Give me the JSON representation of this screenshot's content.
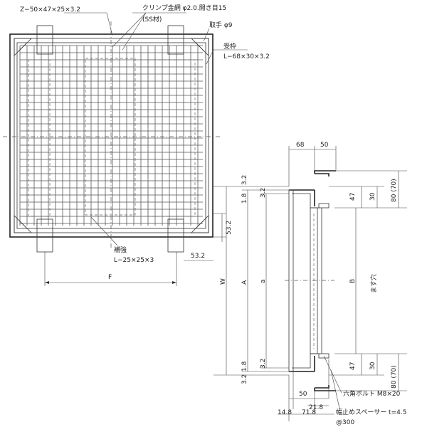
{
  "labels": {
    "z_channel": "Z−50×47×25×3.2",
    "mesh": "クリンプ金網 φ2.0.開き目15",
    "mesh_material": "(SS材)",
    "handle": "取手 φ9",
    "frame_title": "受枠",
    "frame_size": "L−68×30×3.2",
    "reinforce_title": "補強",
    "reinforce_size": "L−25×25×3",
    "dim_f": "F",
    "dim_53_2_h": "53.2",
    "dim_53_2_v": "53.2",
    "dim_68": "68",
    "dim_50_top": "50",
    "dim_3_2_top": "3.2",
    "dim_1_8_top": "1.8",
    "dim_3_2_top_b": "3.2",
    "dim_47_top": "47",
    "dim_30_top": "30",
    "dim_80_top": "80 (70)",
    "dim_w": "W",
    "dim_a_upper": "A",
    "dim_a_lower": "a",
    "dim_b": "B",
    "masuana": "ます穴",
    "dim_3_2_bot": "3.2",
    "dim_1_8_bot": "1.8",
    "dim_3_2_bot_b": "3.2",
    "dim_47_bot": "47",
    "dim_30_bot": "30",
    "dim_80_bot": "80 (70)",
    "dim_50_bot": "50",
    "dim_21_8": "21.8",
    "dim_14_8": "14.8",
    "dim_71_8": "71.8",
    "bolt": "六角ボルト M8×20",
    "spacer": "幅止めスペーサー t=4.5",
    "pitch": "@300"
  }
}
